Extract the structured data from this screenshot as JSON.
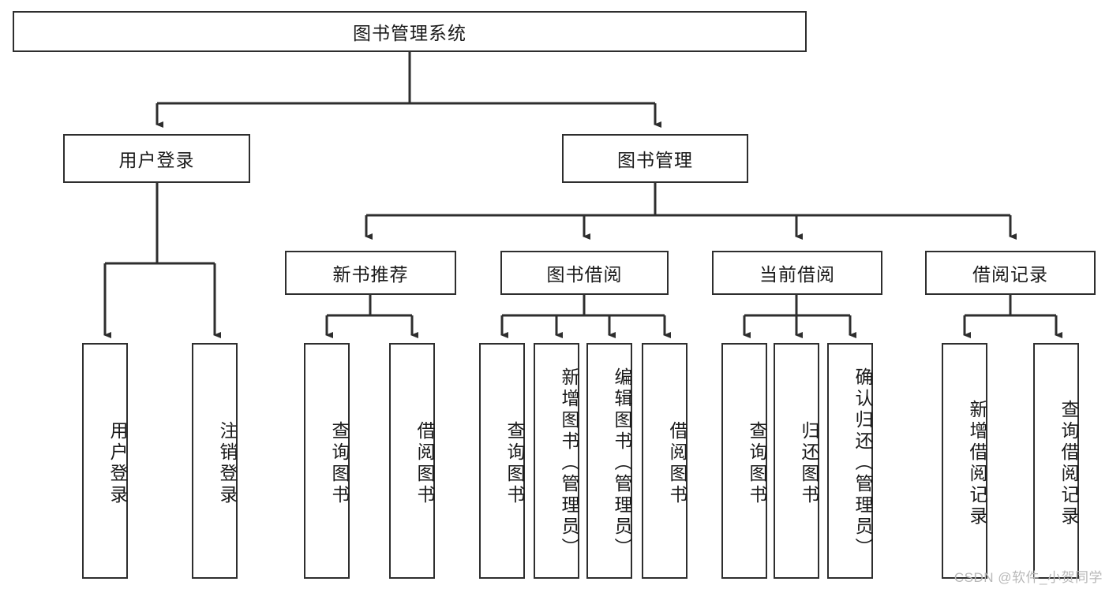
{
  "diagram": {
    "title": "图书管理系统",
    "type": "hierarchy-tree",
    "root": {
      "label": "图书管理系统"
    },
    "level2": [
      {
        "label": "用户登录"
      },
      {
        "label": "图书管理"
      }
    ],
    "level3": [
      {
        "label": "新书推荐"
      },
      {
        "label": "图书借阅"
      },
      {
        "label": "当前借阅"
      },
      {
        "label": "借阅记录"
      }
    ],
    "leaves": {
      "user_login": [
        {
          "label": "用户登录"
        },
        {
          "label": "注销登录"
        }
      ],
      "new_book_recommend": [
        {
          "label": "查询图书"
        },
        {
          "label": "借阅图书"
        }
      ],
      "book_borrow": [
        {
          "label": "查询图书"
        },
        {
          "label": "新增图书（管理员）"
        },
        {
          "label": "编辑图书（管理员）"
        },
        {
          "label": "借阅图书"
        }
      ],
      "current_borrow": [
        {
          "label": "查询图书"
        },
        {
          "label": "归还图书"
        },
        {
          "label": "确认归还（管理员）"
        }
      ],
      "borrow_record": [
        {
          "label": "新增借阅记录"
        },
        {
          "label": "查询借阅记录"
        }
      ]
    }
  },
  "watermark": {
    "text": "CSDN @软件_小贺同学"
  },
  "colors": {
    "stroke": "#2e2e2e",
    "background": "#ffffff",
    "text": "#1a1a1a",
    "watermark": "#b8b8b8"
  }
}
